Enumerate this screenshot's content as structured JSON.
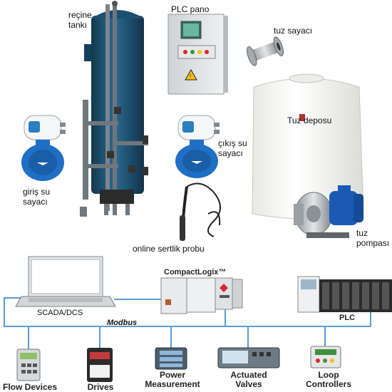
{
  "process_labels": {
    "resin_tank": "reçine\ntankı",
    "plc_panel": "PLC pano",
    "salt_meter": "tuz sayacı",
    "salt_tank": "Tuz deposu",
    "inlet_meter": "giriş su\nsayacı",
    "outlet_meter": "çıkış su\nsayacı",
    "hardness_probe": "online sertlik probu",
    "salt_pump": "tuz\npompası"
  },
  "network_labels": {
    "controller": "CompactLogix™",
    "scada": "SCADA/DCS",
    "bus": "Modbus",
    "plc": "PLC"
  },
  "devices": [
    {
      "label": "Flow Devices"
    },
    {
      "label": "Drives"
    },
    {
      "label": "Power\nMeasurement"
    },
    {
      "label": "Actuated\nValves"
    },
    {
      "label": "Loop\nControllers"
    }
  ],
  "colors": {
    "tank_blue": "#1d4f70",
    "meter_blue": "#1f6fc4",
    "bus_blue": "#5a9bd4",
    "warning_yellow": "#f4c20d"
  }
}
